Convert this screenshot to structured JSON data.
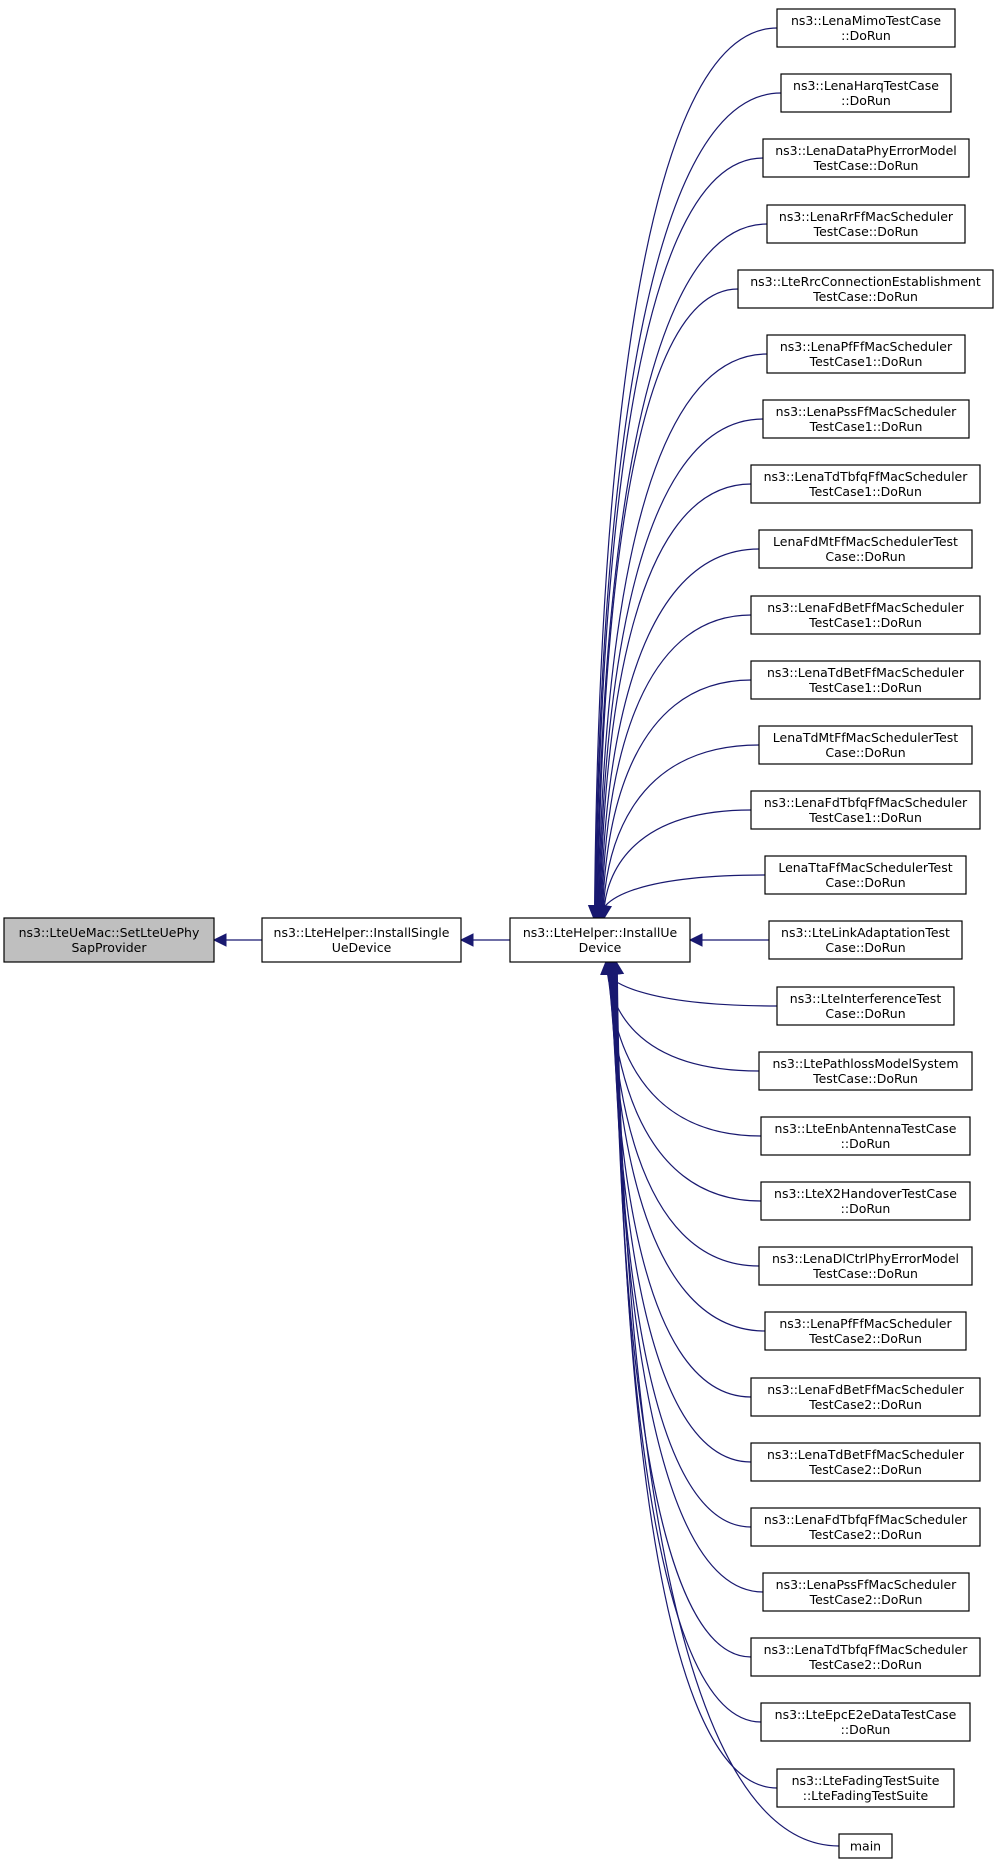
{
  "graph": {
    "focus": {
      "id": "setlteuephy",
      "lines": [
        "ns3::LteUeMac::SetLteUePhy",
        "SapProvider"
      ]
    },
    "level1": {
      "id": "installsingle",
      "lines": [
        "ns3::LteHelper::InstallSingle",
        "UeDevice"
      ]
    },
    "level2": {
      "id": "installue",
      "lines": [
        "ns3::LteHelper::InstallUe",
        "Device"
      ]
    },
    "callers": [
      {
        "id": "lena-mimo",
        "lines": [
          "ns3::LenaMimoTestCase",
          "::DoRun"
        ]
      },
      {
        "id": "lena-harq",
        "lines": [
          "ns3::LenaHarqTestCase",
          "::DoRun"
        ]
      },
      {
        "id": "lena-data-phy-error",
        "lines": [
          "ns3::LenaDataPhyErrorModel",
          "TestCase::DoRun"
        ]
      },
      {
        "id": "lena-rr",
        "lines": [
          "ns3::LenaRrFfMacScheduler",
          "TestCase::DoRun"
        ]
      },
      {
        "id": "lte-rrc-conn",
        "lines": [
          "ns3::LteRrcConnectionEstablishment",
          "TestCase::DoRun"
        ]
      },
      {
        "id": "lena-pf-1",
        "lines": [
          "ns3::LenaPfFfMacScheduler",
          "TestCase1::DoRun"
        ]
      },
      {
        "id": "lena-pss-1",
        "lines": [
          "ns3::LenaPssFfMacScheduler",
          "TestCase1::DoRun"
        ]
      },
      {
        "id": "lena-td-tbfq-1",
        "lines": [
          "ns3::LenaTdTbfqFfMacScheduler",
          "TestCase1::DoRun"
        ]
      },
      {
        "id": "lena-fd-mt",
        "lines": [
          "LenaFdMtFfMacSchedulerTest",
          "Case::DoRun"
        ]
      },
      {
        "id": "lena-fd-bet-1",
        "lines": [
          "ns3::LenaFdBetFfMacScheduler",
          "TestCase1::DoRun"
        ]
      },
      {
        "id": "lena-td-bet-1",
        "lines": [
          "ns3::LenaTdBetFfMacScheduler",
          "TestCase1::DoRun"
        ]
      },
      {
        "id": "lena-td-mt",
        "lines": [
          "LenaTdMtFfMacSchedulerTest",
          "Case::DoRun"
        ]
      },
      {
        "id": "lena-fd-tbfq-1",
        "lines": [
          "ns3::LenaFdTbfqFfMacScheduler",
          "TestCase1::DoRun"
        ]
      },
      {
        "id": "lena-tta",
        "lines": [
          "LenaTtaFfMacSchedulerTest",
          "Case::DoRun"
        ]
      },
      {
        "id": "lte-link-adapt",
        "lines": [
          "ns3::LteLinkAdaptationTest",
          "Case::DoRun"
        ]
      },
      {
        "id": "lte-interference",
        "lines": [
          "ns3::LteInterferenceTest",
          "Case::DoRun"
        ]
      },
      {
        "id": "lte-pathloss",
        "lines": [
          "ns3::LtePathlossModelSystem",
          "TestCase::DoRun"
        ]
      },
      {
        "id": "lte-enb-antenna",
        "lines": [
          "ns3::LteEnbAntennaTestCase",
          "::DoRun"
        ]
      },
      {
        "id": "lte-x2-handover",
        "lines": [
          "ns3::LteX2HandoverTestCase",
          "::DoRun"
        ]
      },
      {
        "id": "lena-dl-ctrl-phy",
        "lines": [
          "ns3::LenaDlCtrlPhyErrorModel",
          "TestCase::DoRun"
        ]
      },
      {
        "id": "lena-pf-2",
        "lines": [
          "ns3::LenaPfFfMacScheduler",
          "TestCase2::DoRun"
        ]
      },
      {
        "id": "lena-fd-bet-2",
        "lines": [
          "ns3::LenaFdBetFfMacScheduler",
          "TestCase2::DoRun"
        ]
      },
      {
        "id": "lena-td-bet-2",
        "lines": [
          "ns3::LenaTdBetFfMacScheduler",
          "TestCase2::DoRun"
        ]
      },
      {
        "id": "lena-fd-tbfq-2",
        "lines": [
          "ns3::LenaFdTbfqFfMacScheduler",
          "TestCase2::DoRun"
        ]
      },
      {
        "id": "lena-pss-2",
        "lines": [
          "ns3::LenaPssFfMacScheduler",
          "TestCase2::DoRun"
        ]
      },
      {
        "id": "lena-td-tbfq-2",
        "lines": [
          "ns3::LenaTdTbfqFfMacScheduler",
          "TestCase2::DoRun"
        ]
      },
      {
        "id": "lte-epc-e2e",
        "lines": [
          "ns3::LteEpcE2eDataTestCase",
          "::DoRun"
        ]
      },
      {
        "id": "lte-fading-suite",
        "lines": [
          "ns3::LteFadingTestSuite",
          "::LteFadingTestSuite"
        ]
      },
      {
        "id": "main",
        "lines": [
          "main"
        ]
      }
    ],
    "colors": {
      "edge": "#191970",
      "focus_fill": "#bfbfbf",
      "box_fill": "#ffffff",
      "border": "#000000"
    }
  }
}
